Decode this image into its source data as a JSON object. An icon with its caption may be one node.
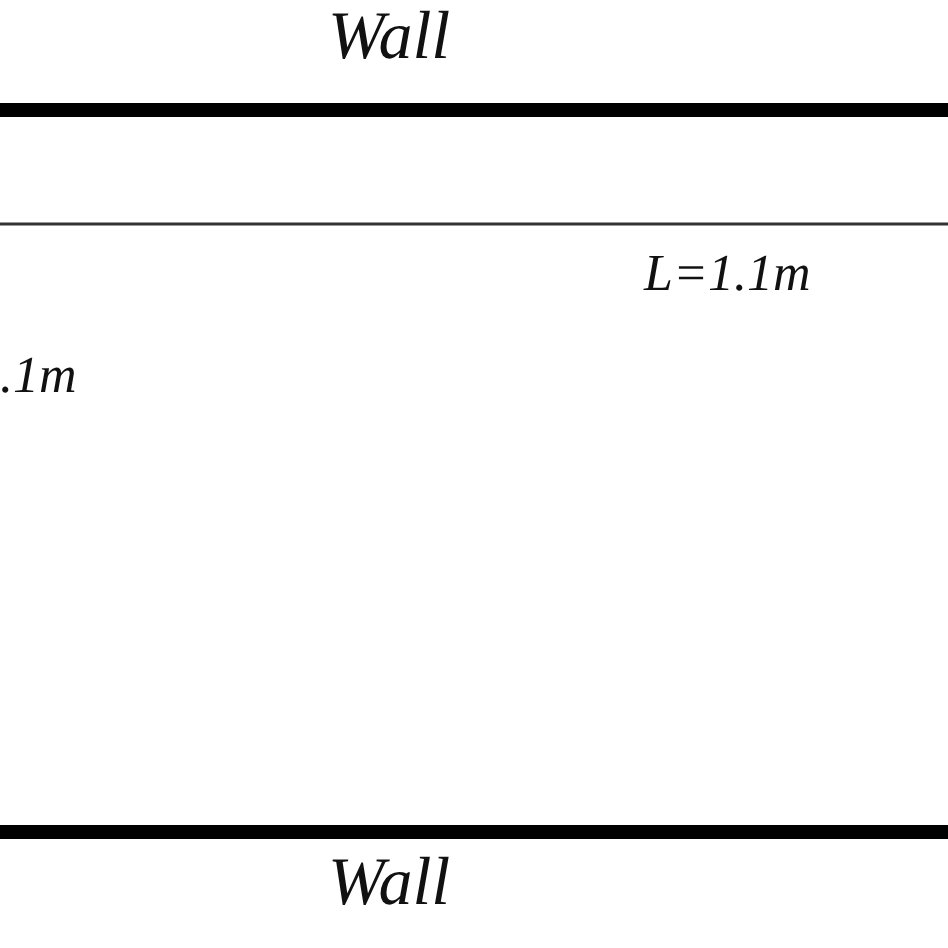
{
  "diagram": {
    "labels": [
      "Wall",
      "L=1.1m",
      ".1m",
      "Wall"
    ]
  }
}
